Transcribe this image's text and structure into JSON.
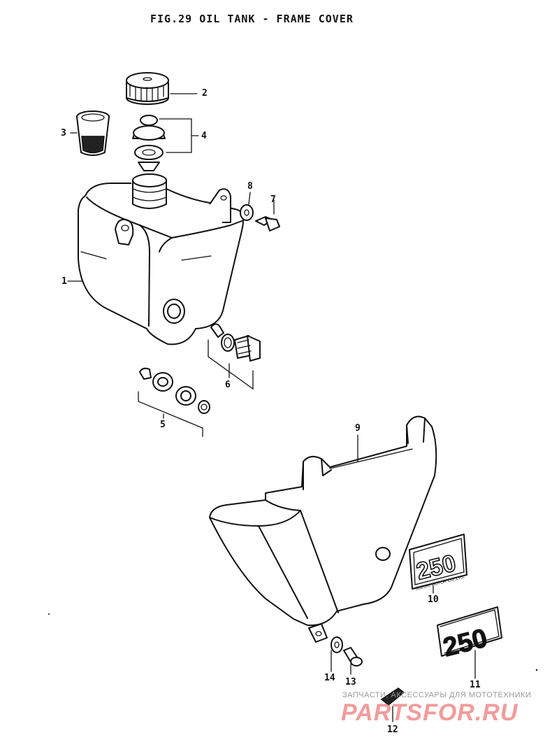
{
  "title": "FIG.29  OIL TANK - FRAME COVER",
  "callouts": {
    "c1": "1",
    "c2": "2",
    "c3": "3",
    "c4": "4",
    "c5": "5",
    "c6": "6",
    "c7": "7",
    "c8": "8",
    "c9": "9",
    "c10": "10",
    "c11": "11",
    "c12": "12",
    "c13": "13",
    "c14": "14"
  },
  "emblem_10": {
    "number": "250",
    "subtext": "SUZUKI MOTOR CO.,LTD."
  },
  "emblem_11": {
    "number": "250"
  },
  "watermark": {
    "tagline": "ЗАПЧАСТИ, АКСЕССУАРЫ ДЛЯ МОТОТЕХНИКИ",
    "logo": "PARTSFOR.RU",
    "color": "#f08a8a"
  }
}
